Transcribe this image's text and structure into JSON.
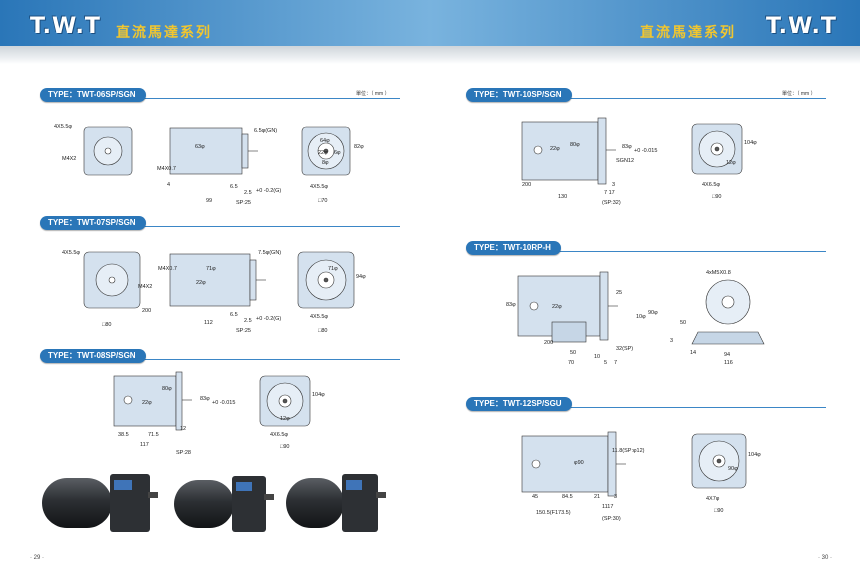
{
  "header": {
    "logo": "T.W.T",
    "series_title": "直流馬達系列"
  },
  "unit_label": "單位：（ mm ）",
  "sections": {
    "s06": {
      "type": "TYPE：TWT-06SP/SGN"
    },
    "s07": {
      "type": "TYPE：TWT-07SP/SGN"
    },
    "s08": {
      "type": "TYPE：TWT-08SP/SGN"
    },
    "s10": {
      "type": "TYPE：TWT-10SP/SGN"
    },
    "s10rp": {
      "type": "TYPE：TWT-10RP-H"
    },
    "s12": {
      "type": "TYPE：TWT-12SP/SGU"
    }
  },
  "dims": {
    "s06": {
      "screw": "4X5.5φ",
      "m4": "M4X2",
      "dia63": "63φ",
      "shaft": "6.5φ(GN)",
      "m4x07": "M4X0.7",
      "d4": "4",
      "d65": "6.5",
      "d25": "2.5",
      "tol": "+0\n-0.2(G)",
      "len99": "99",
      "sp": "SP:25",
      "d82": "82φ",
      "d64": "64φ",
      "d22": "22φ",
      "d6": "6φ",
      "d8": "8φ",
      "screw2": "4X5.5φ",
      "sq70": "□70"
    },
    "s07": {
      "screw": "4X5.5φ",
      "m4": "M4X2",
      "m4x07": "M4X0.7",
      "d71": "71φ",
      "d22": "22φ",
      "shaft": "7.5φ(GN)",
      "d65": "6.5",
      "d25": "2.5",
      "tol": "+0\n-0.2(G)",
      "len112": "112",
      "sp": "SP:25",
      "sq80a": "□80",
      "d200": "200",
      "d94": "94φ",
      "d71b": "71φ",
      "screw2": "4X5.5φ",
      "sq80b": "□80"
    },
    "s08": {
      "d22": "22φ",
      "d80": "80φ",
      "d83": "83φ",
      "tol": "+0\n-0.015",
      "d385": "38.5",
      "d715": "71.5",
      "d12": "12",
      "len117": "117",
      "sp": "SP:28",
      "d104": "104φ",
      "d12b": "12φ",
      "screw": "4X6.5φ",
      "sq90": "□90"
    },
    "s10": {
      "d22": "22φ",
      "d80": "80φ",
      "d83": "83φ",
      "tol": "+0\n-0.015",
      "sgn": "SGN12",
      "d200": "200",
      "d3": "3",
      "d717": "7 17",
      "len130": "130",
      "sp": "(SP:32)",
      "d104": "104φ",
      "d12": "12φ",
      "screw": "4X6.5φ",
      "sq90": "□90"
    },
    "s10rp": {
      "d83": "83φ",
      "d22": "22φ",
      "d25": "25",
      "d10": "10φ",
      "d90": "90φ",
      "d200": "200",
      "d50": "50",
      "d10b": "10",
      "d32": "32(SP)",
      "d70": "70",
      "d5": "5",
      "d7": "7",
      "screw": "4xM5X0.8",
      "d50b": "50",
      "d3": "3",
      "d14": "14",
      "d94": "94",
      "d116": "116"
    },
    "s12": {
      "d90": "φ90",
      "shaft": "11.8(SP:φ12)",
      "d45": "45",
      "d845": "84.5",
      "d21": "21",
      "d3": "3",
      "d1117": "1117",
      "len150": "150.5(F173.5)",
      "sp": "(SP:30)",
      "d104": "104φ",
      "d90b": "90φ",
      "screw": "4X7φ",
      "sq90": "□90"
    }
  },
  "page_numbers": {
    "left": "· 29 ·",
    "right": "· 30 ·"
  },
  "colors": {
    "banner": "#2a76b8",
    "accent": "#f1c62f",
    "tab": "#2a76b8",
    "motor_face": "#d4e1ee"
  }
}
